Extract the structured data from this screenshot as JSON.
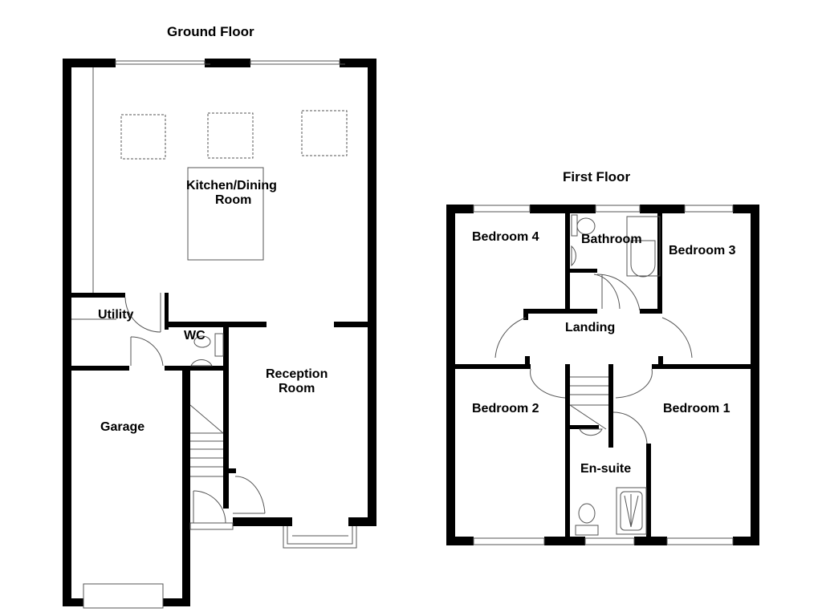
{
  "ground_floor": {
    "title": "Ground Floor",
    "rooms": {
      "kitchen_dining": "Kitchen/Dining\n Room",
      "utility": "Utility",
      "wc": "WC",
      "reception": "Reception\nRoom",
      "garage": "Garage"
    }
  },
  "first_floor": {
    "title": "First Floor",
    "rooms": {
      "bedroom4": "Bedroom 4",
      "bathroom": "Bathroom",
      "bedroom3": "Bedroom 3",
      "landing": "Landing",
      "bedroom2": "Bedroom 2",
      "bedroom1": "Bedroom 1",
      "ensuite": "En-suite"
    }
  },
  "colors": {
    "wall": "#000000",
    "line": "#555555",
    "background": "#ffffff"
  }
}
